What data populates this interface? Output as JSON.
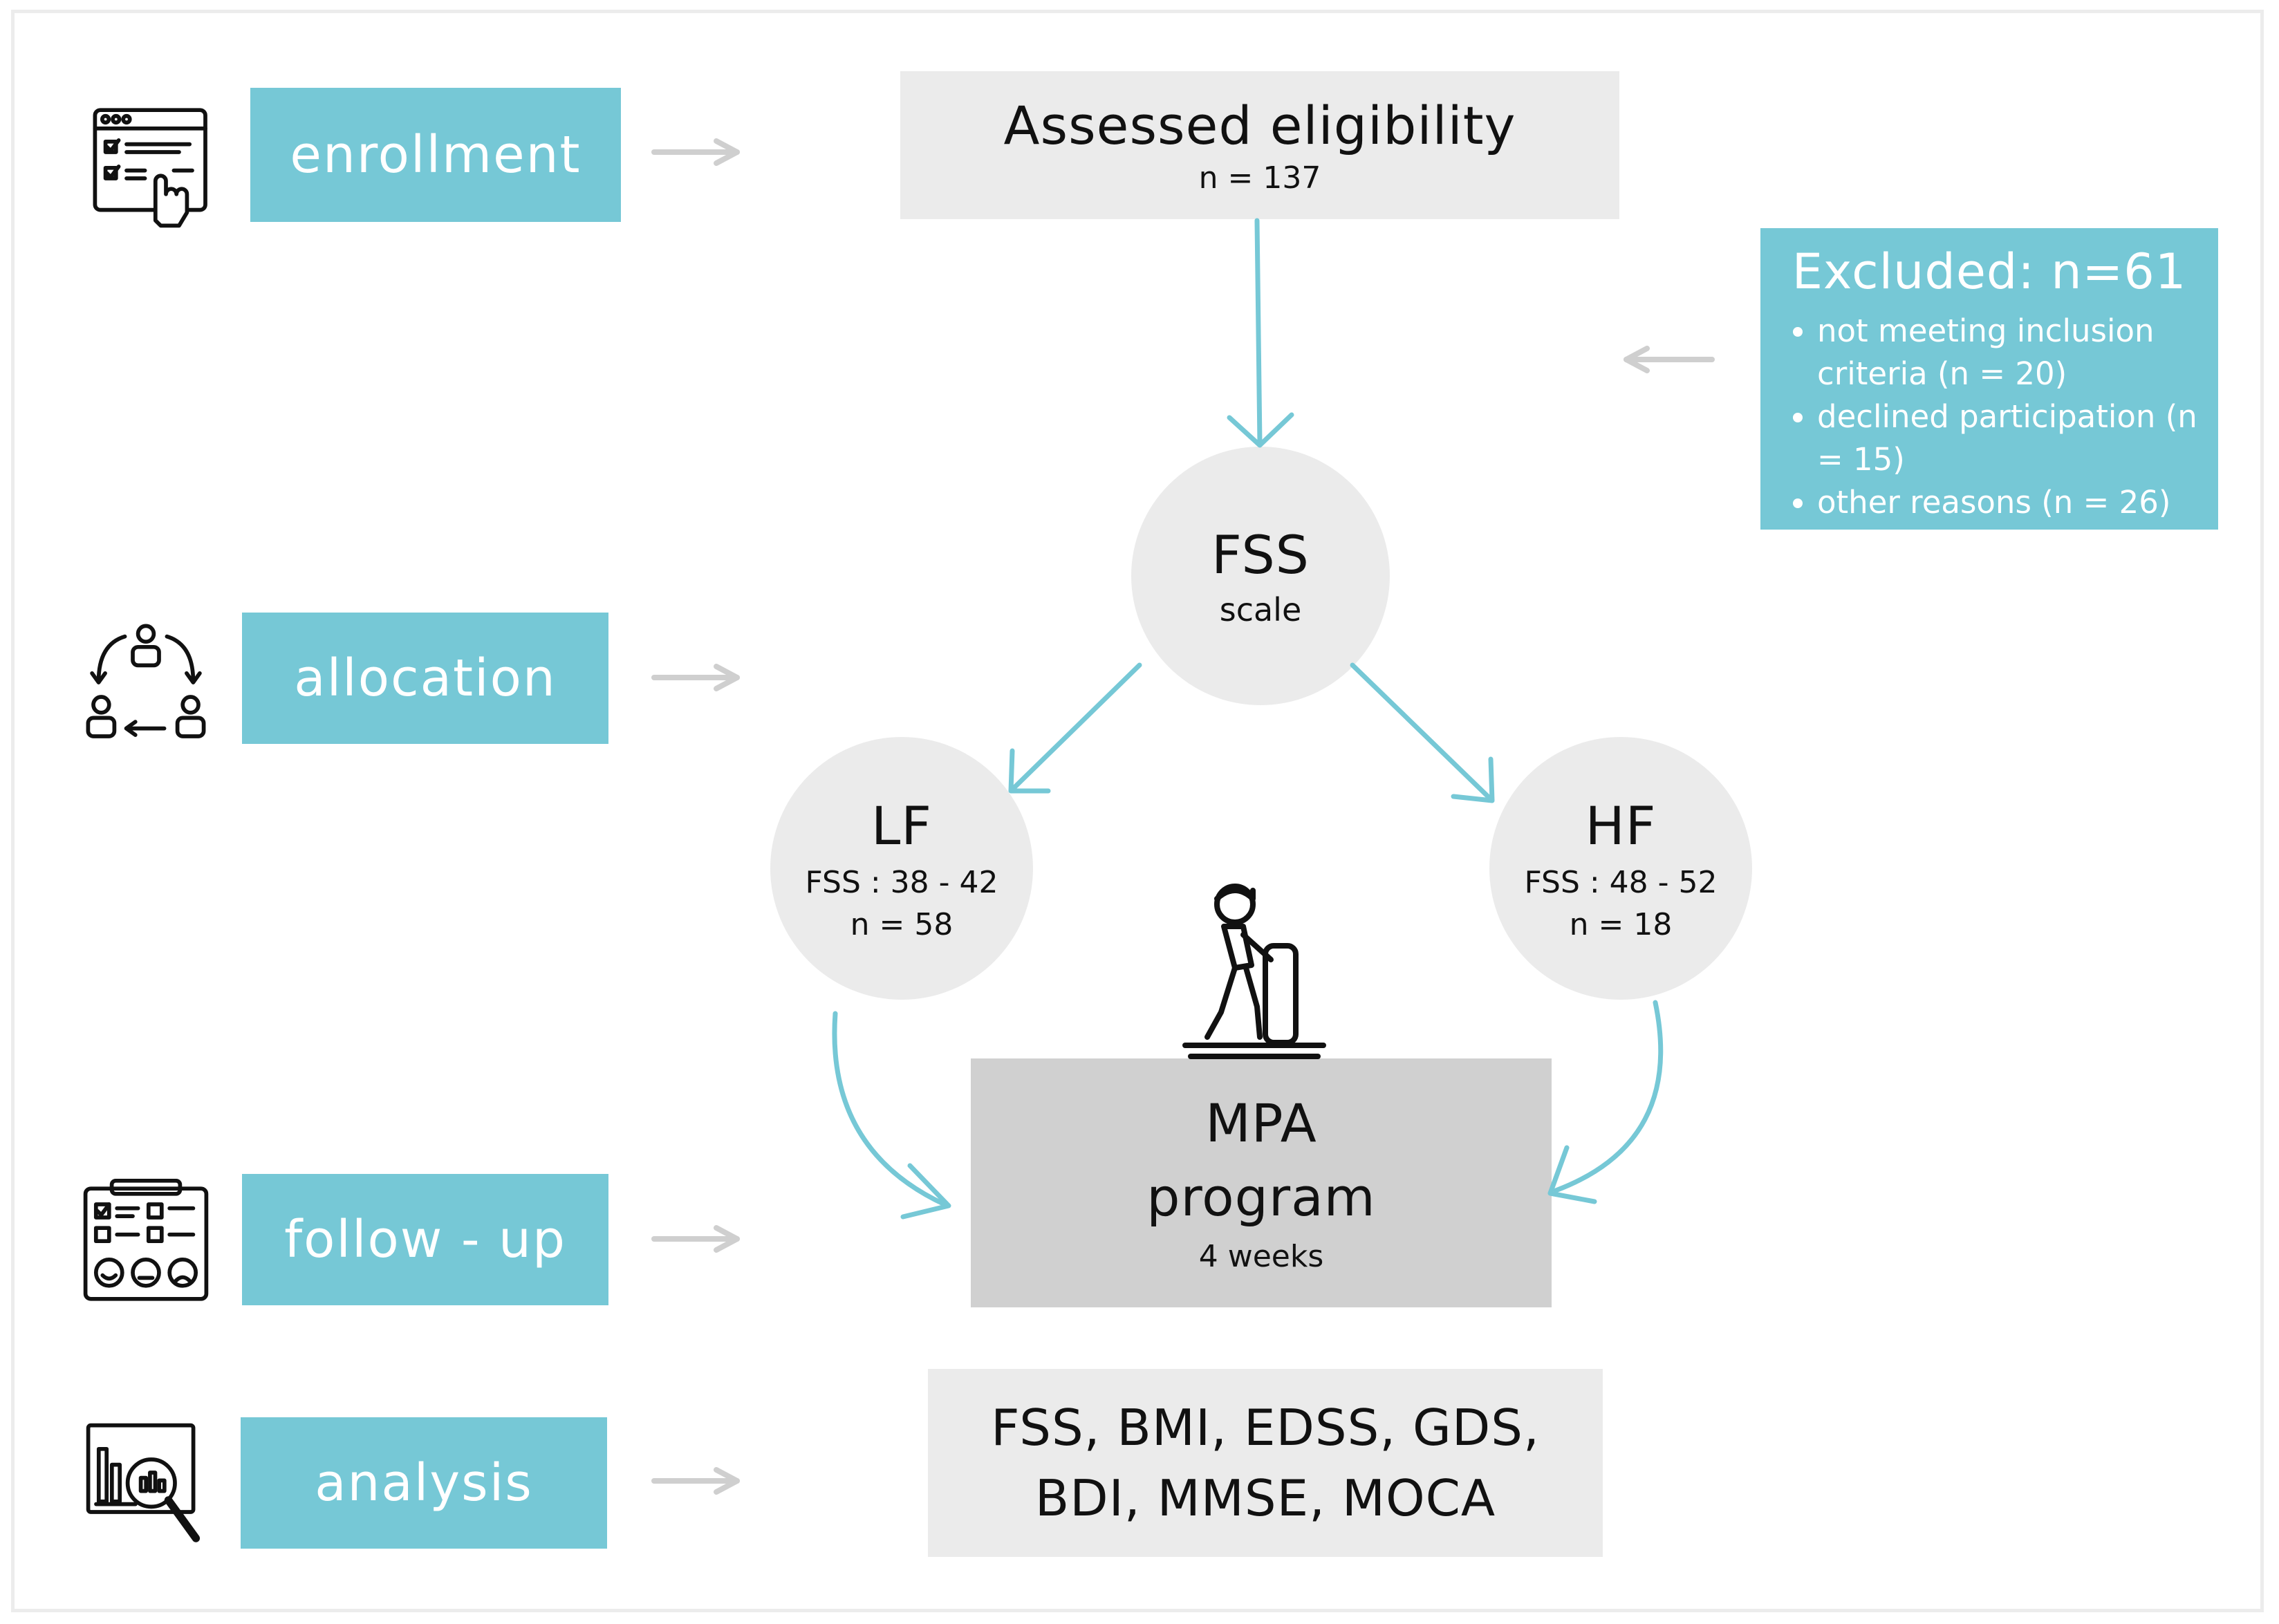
{
  "stages": [
    {
      "key": "enrollment",
      "label": "enrollment",
      "icon": "web-form-checklist-icon"
    },
    {
      "key": "allocation",
      "label": "allocation",
      "icon": "people-rotation-icon"
    },
    {
      "key": "followup",
      "label": "follow - up",
      "icon": "feedback-form-icon"
    },
    {
      "key": "analysis",
      "label": "analysis",
      "icon": "data-analysis-magnifier-icon"
    }
  ],
  "eligibility": {
    "title": "Assessed eligibility",
    "n": "n = 137"
  },
  "excluded": {
    "title": "Excluded: n=61",
    "reasons": [
      "not meeting inclusion criteria (n = 20)",
      "declined participation (n = 15)",
      "other reasons (n = 26)"
    ]
  },
  "fss": {
    "title": "FSS",
    "subtitle": "scale"
  },
  "lf": {
    "title": "LF",
    "range": "FSS : 38 - 42",
    "n": "n = 58"
  },
  "hf": {
    "title": "HF",
    "range": "FSS : 48 - 52",
    "n": "n = 18"
  },
  "program": {
    "line1": "MPA",
    "line2": "program",
    "duration": "4 weeks",
    "icon": "treadmill-walker-icon"
  },
  "measures": {
    "line1": "FSS, BMI, EDSS, GDS,",
    "line2": "BDI, MMSE, MOCA"
  },
  "colors": {
    "accent": "#76c8d6",
    "light_box": "#ebebeb",
    "dark_box": "#d0d0d0",
    "grey_arrow": "#cfcfcf"
  }
}
